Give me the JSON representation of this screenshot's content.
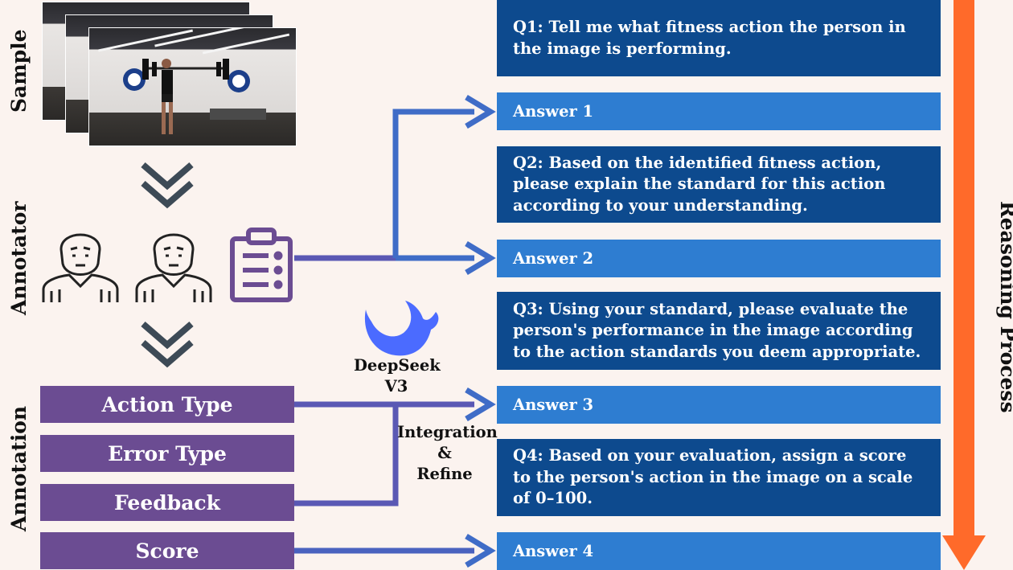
{
  "section_labels": {
    "sample": "Sample",
    "annotator": "Annotator",
    "annotation": "Annotation",
    "reasoning": "Reasoning Process"
  },
  "annotation_boxes": [
    "Action Type",
    "Error Type",
    "Feedback",
    "Score"
  ],
  "model": {
    "name": "DeepSeek",
    "version": "V3"
  },
  "process_label": {
    "line1": "Integration",
    "line2": "&",
    "line3": "Refine"
  },
  "questions": [
    "Q1: Tell me what fitness action the person in the image is performing.",
    "Q2: Based on the identified fitness action, please explain the standard for this action according to your understanding.",
    "Q3: Using your standard, please evaluate the person's performance in the image according to the action standards you deem appropriate.",
    "Q4: Based on your evaluation, assign a score to the person's action in the image on a scale of 0–100."
  ],
  "answers": [
    "Answer 1",
    "Answer 2",
    "Answer 3",
    "Answer 4"
  ],
  "colors": {
    "purple": "#6b4c92",
    "question_blue": "#0d4a8e",
    "answer_blue": "#2e7dd1",
    "arrow_blue": "#3f6cc7",
    "orange": "#ff6a2a",
    "chevron": "#3d4a56"
  },
  "icons": [
    "photo-stack",
    "referee-icon",
    "clipboard-icon",
    "deepseek-whale-icon",
    "chevron-down-icon"
  ]
}
